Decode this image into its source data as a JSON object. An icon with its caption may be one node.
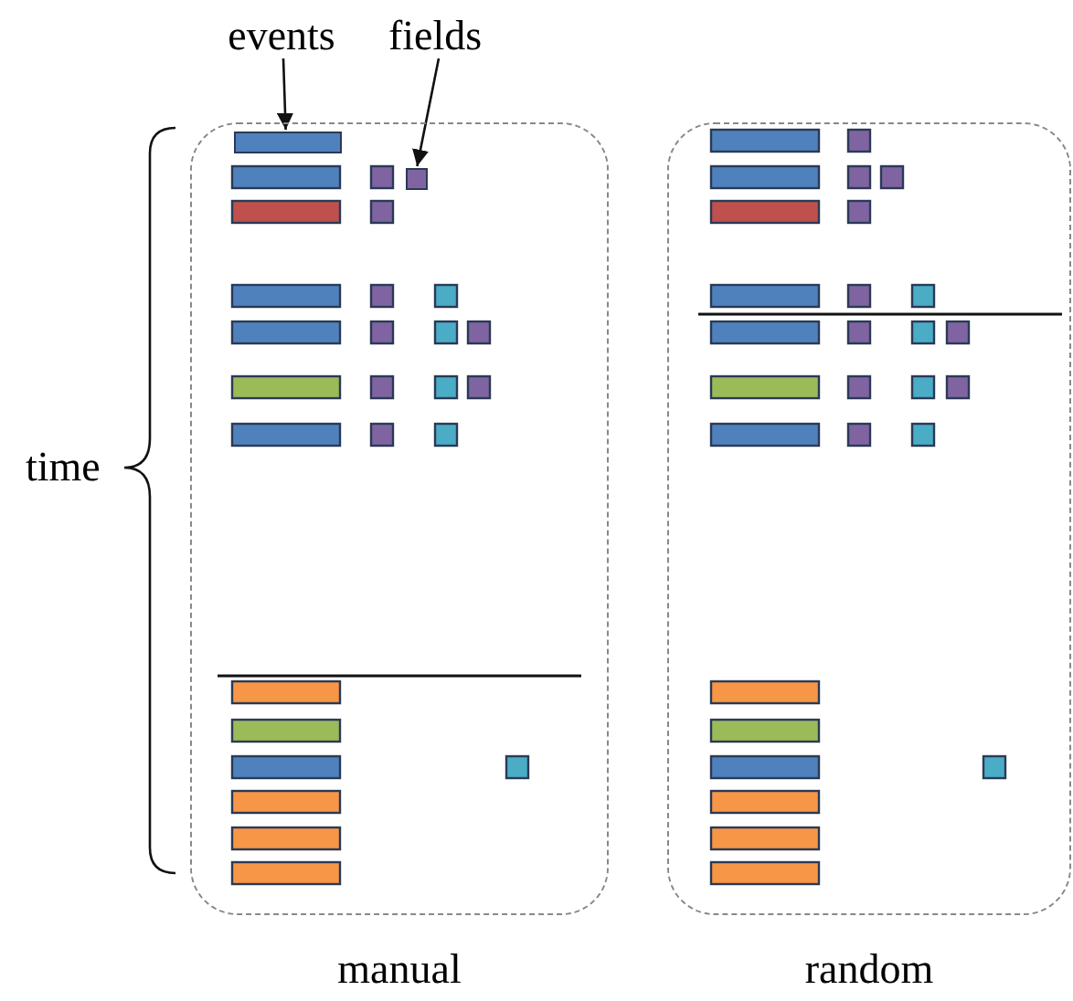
{
  "diagram": {
    "nodes": [
      {
        "text": [
          "manual"
        ]
      },
      {
        "text": [
          "random"
        ]
      },
      {
        "text": [
          "events"
        ]
      },
      {
        "text": [
          "fields"
        ]
      },
      {
        "text": [],
        "shape": "bar",
        "in": 0
      },
      {
        "text": [],
        "shape": "box",
        "in": 0
      }
    ],
    "edges": [
      {
        "from": 2,
        "to": 4,
        "arrow": "to"
      },
      {
        "from": 3,
        "to": 5,
        "arrow": "to"
      }
    ],
    "labels": [
      "time"
    ]
  }
}
